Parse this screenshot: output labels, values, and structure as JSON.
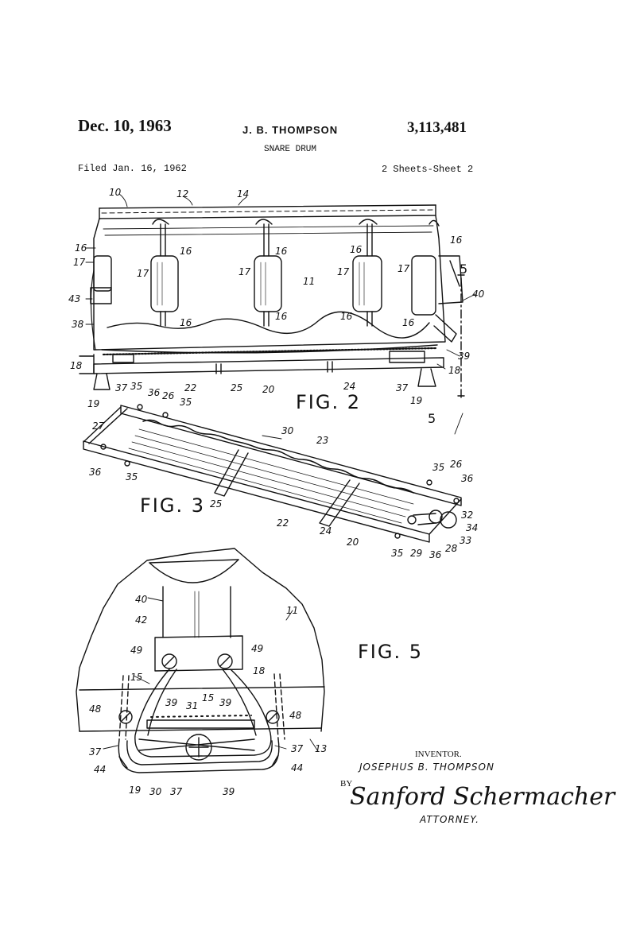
{
  "header": {
    "date": "Dec. 10, 1963",
    "inventor": "J. B. THOMPSON",
    "patent_number": "3,113,481",
    "title": "SNARE DRUM",
    "filed": "Filed Jan. 16, 1962",
    "sheets": "2 Sheets-Sheet 2"
  },
  "figures": {
    "fig2_label": "FIG. 2",
    "fig3_label": "FIG. 3",
    "fig5_label": "FIG. 5"
  },
  "reference_numerals": {
    "fig2": [
      "10",
      "12",
      "14",
      "16",
      "16",
      "16",
      "16",
      "16",
      "16",
      "16",
      "16",
      "17",
      "17",
      "17",
      "17",
      "17",
      "11",
      "43",
      "38",
      "18",
      "18",
      "19",
      "19",
      "37",
      "37",
      "35",
      "22",
      "25",
      "20",
      "24",
      "39",
      "40",
      "5",
      "5"
    ],
    "fig3": [
      "36",
      "26",
      "35",
      "27",
      "30",
      "23",
      "36",
      "35",
      "25",
      "22",
      "24",
      "20",
      "35",
      "26",
      "36",
      "32",
      "34",
      "33",
      "28",
      "36",
      "29",
      "35"
    ],
    "fig5": [
      "40",
      "11",
      "42",
      "49",
      "49",
      "15",
      "18",
      "39",
      "15",
      "39",
      "31",
      "48",
      "48",
      "37",
      "37",
      "13",
      "44",
      "44",
      "19",
      "30",
      "37",
      "39"
    ]
  },
  "signature": {
    "inventor_label": "INVENTOR.",
    "inventor_name": "JOSEPHUS B. THOMPSON",
    "by_label": "BY",
    "attorney_signature": "Sanford Schermacher",
    "attorney_label": "ATTORNEY."
  }
}
